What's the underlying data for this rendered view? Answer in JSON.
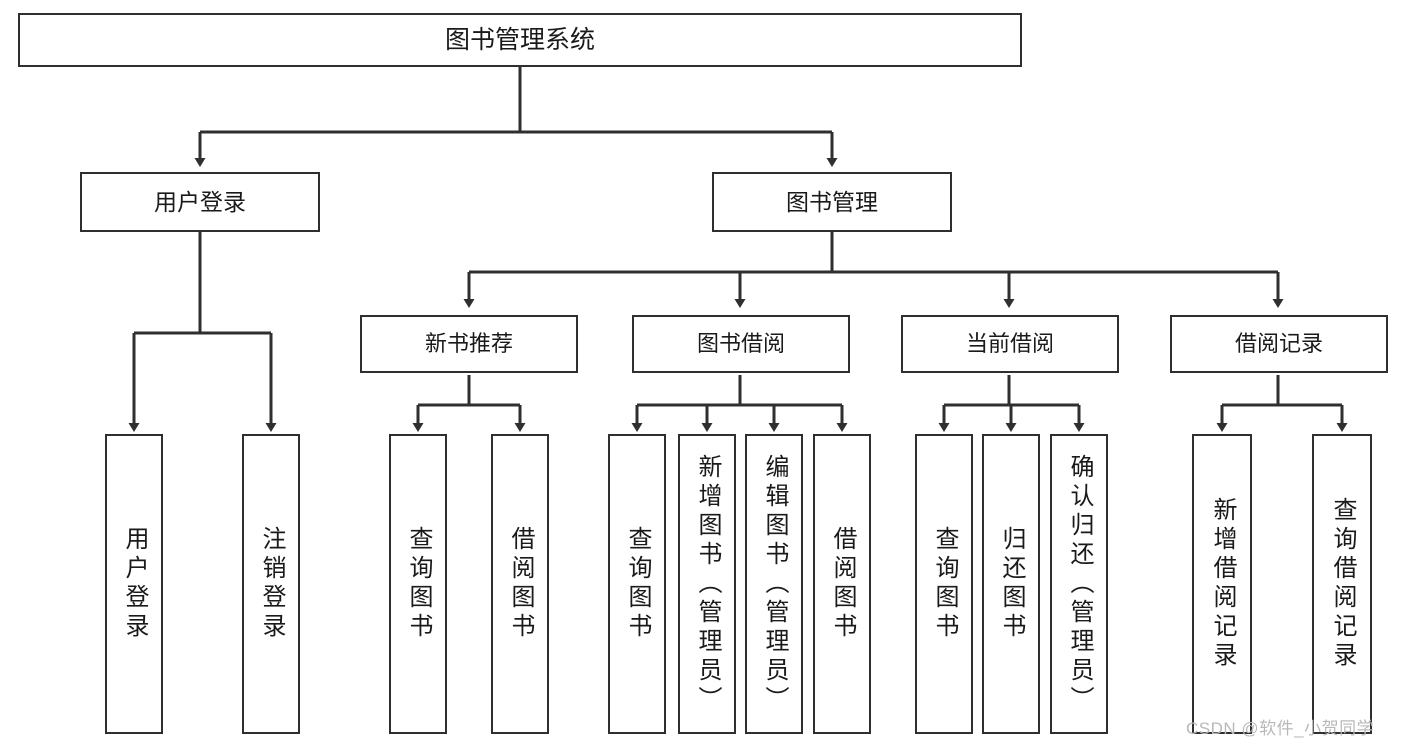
{
  "diagram": {
    "title": "图书管理系统",
    "type": "tree-hierarchy-chart",
    "watermark": "CSDN @软件_小贺同学",
    "colors": {
      "stroke": "#2f2f2f",
      "fill": "#ffffff",
      "text": "#1a1a1a",
      "watermark": "#b9b9b9"
    },
    "nodes": {
      "root": {
        "label": "图书管理系统"
      },
      "level1": [
        {
          "label": "用户登录"
        },
        {
          "label": "图书管理"
        }
      ],
      "level2": [
        {
          "label": "新书推荐"
        },
        {
          "label": "图书借阅"
        },
        {
          "label": "当前借阅"
        },
        {
          "label": "借阅记录"
        }
      ],
      "leaves": {
        "user_login": [
          {
            "label": "用户登录"
          },
          {
            "label": "注销登录"
          }
        ],
        "new_book_recommend": [
          {
            "label": "查询图书"
          },
          {
            "label": "借阅图书"
          }
        ],
        "book_borrow": [
          {
            "label": "查询图书"
          },
          {
            "label": "新增图书（管理员）"
          },
          {
            "label": "编辑图书（管理员）"
          },
          {
            "label": "借阅图书"
          }
        ],
        "current_borrow": [
          {
            "label": "查询图书"
          },
          {
            "label": "归还图书"
          },
          {
            "label": "确认归还（管理员）"
          }
        ],
        "borrow_record": [
          {
            "label": "新增借阅记录"
          },
          {
            "label": "查询借阅记录"
          }
        ]
      }
    }
  }
}
